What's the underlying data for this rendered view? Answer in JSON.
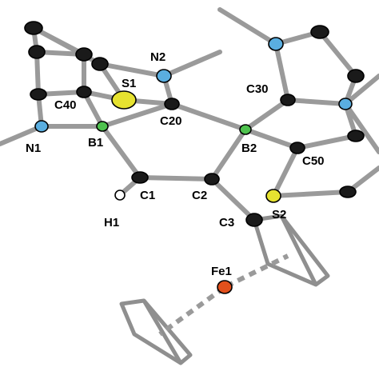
{
  "labels": {
    "n2": "N2",
    "s1": "S1",
    "c40": "C40",
    "c20": "C20",
    "c30": "C30",
    "n1": "N1",
    "b1": "B1",
    "b2": "B2",
    "c50": "C50",
    "c1": "C1",
    "c2": "C2",
    "s2": "S2",
    "h1": "H1",
    "c3": "C3",
    "fe1": "Fe1"
  },
  "colors": {
    "carbon": "#1a1a1a",
    "nitrogen": "#5aaee0",
    "boron": "#4ec24e",
    "sulfur": "#e6e230",
    "iron": "#e2501c",
    "hydrogen": "#ffffff",
    "bond": "#9a9a9a"
  }
}
